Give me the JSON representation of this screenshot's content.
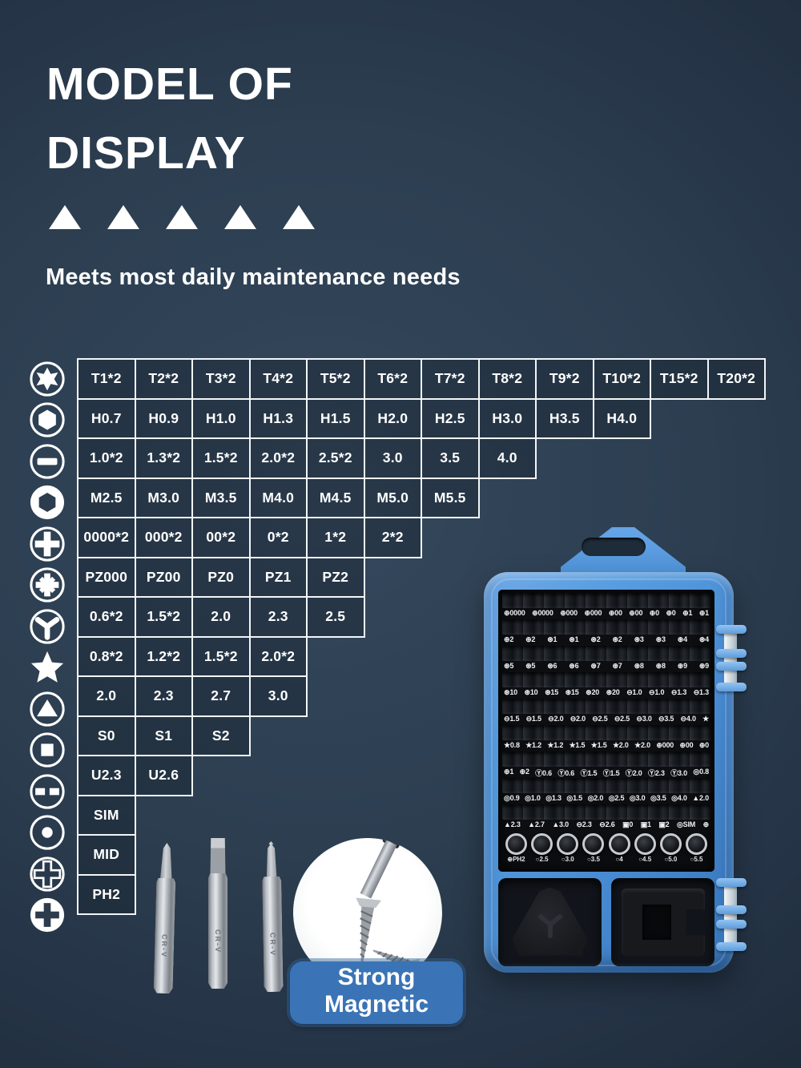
{
  "header": {
    "title_line1": "MODEL OF",
    "title_line2": "DISPLAY",
    "subtitle": "Meets most daily maintenance needs",
    "triangle_count": 5
  },
  "spec_table": {
    "rows": [
      {
        "icon": "torx-icon",
        "cells": [
          "T1*2",
          "T2*2",
          "T3*2",
          "T4*2",
          "T5*2",
          "T6*2",
          "T7*2",
          "T8*2",
          "T9*2",
          "T10*2",
          "T15*2",
          "T20*2"
        ]
      },
      {
        "icon": "hex-icon",
        "cells": [
          "H0.7",
          "H0.9",
          "H1.0",
          "H1.3",
          "H1.5",
          "H2.0",
          "H2.5",
          "H3.0",
          "H3.5",
          "H4.0"
        ]
      },
      {
        "icon": "slotted-icon",
        "cells": [
          "1.0*2",
          "1.3*2",
          "1.5*2",
          "2.0*2",
          "2.5*2",
          "3.0",
          "3.5",
          "4.0"
        ]
      },
      {
        "icon": "socket-hex-icon",
        "cells": [
          "M2.5",
          "M3.0",
          "M3.5",
          "M4.0",
          "M4.5",
          "M5.0",
          "M5.5"
        ]
      },
      {
        "icon": "phillips-icon",
        "cells": [
          "0000*2",
          "000*2",
          "00*2",
          "0*2",
          "1*2",
          "2*2"
        ]
      },
      {
        "icon": "pozidriv-icon",
        "cells": [
          "PZ000",
          "PZ00",
          "PZ0",
          "PZ1",
          "PZ2"
        ]
      },
      {
        "icon": "triwing-icon",
        "cells": [
          "0.6*2",
          "1.5*2",
          "2.0",
          "2.3",
          "2.5"
        ]
      },
      {
        "icon": "star-icon",
        "cells": [
          "0.8*2",
          "1.2*2",
          "1.5*2",
          "2.0*2"
        ]
      },
      {
        "icon": "triangle-icon",
        "cells": [
          "2.0",
          "2.3",
          "2.7",
          "3.0"
        ]
      },
      {
        "icon": "square-icon",
        "cells": [
          "S0",
          "S1",
          "S2"
        ]
      },
      {
        "icon": "u-type-icon",
        "cells": [
          "U2.3",
          "U2.6"
        ]
      },
      {
        "icon": "sim-pin-icon",
        "cells": [
          "SIM"
        ]
      },
      {
        "icon": "mid-icon",
        "cells": [
          "MID"
        ]
      },
      {
        "icon": "ph2-icon",
        "cells": [
          "PH2"
        ]
      }
    ]
  },
  "bits_photo": {
    "bits": [
      {
        "type": "phillips-bit",
        "engraving": "CR-V"
      },
      {
        "type": "slotted-bit",
        "engraving": "CR-V"
      },
      {
        "type": "torx-bit",
        "engraving": "CR-V"
      }
    ]
  },
  "magnet_badge": {
    "label": "Strong Magnetic",
    "bubble_color": "#3a74b6"
  },
  "case_photo": {
    "body_color": "#4a8dd4",
    "row_labels": [
      "⊕0000 ⊕0000 ⊕000 ⊕000 ⊕00 ⊕00 ⊕0 ⊕0 ⊕1 ⊕1",
      "⊕2 ⊕2 ⊛1 ⊛1 ⊛2 ⊛2 ⊛3 ⊛3 ⊛4 ⊛4",
      "⊛5 ⊛5 ⊛6 ⊛6 ⊛7 ⊛7 ⊛8 ⊛8 ⊛9 ⊛9",
      "⊛10 ⊛10 ⊛15 ⊛15 ⊛20 ⊛20 ⊖1.0 ⊖1.0 ⊖1.3 ⊖1.3",
      "⊖1.5 ⊖1.5 ⊖2.0 ⊖2.0 ⊖2.5 ⊖2.5 ⊖3.0 ⊖3.5 ⊖4.0 ★",
      "★0.8 ★1.2 ★1.2 ★1.5 ★1.5 ★2.0 ★2.0 ⊕000 ⊕00 ⊕0",
      "⊕1 ⊕2 Ⓨ0.6 Ⓨ0.6 Ⓨ1.5 Ⓨ1.5 Ⓨ2.0 Ⓨ2.3 Ⓨ3.0 ◎0.8",
      "◎0.9 ◎1.0 ◎1.3 ◎1.5 ◎2.0 ◎2.5 ◎3.0 ◎3.5 ◎4.0 ▲2.0",
      "▲2.3 ▲2.7 ▲3.0 ⊖2.3 ⊖2.6 ▣0 ▣1 ▣2 ◎SIM ⊕"
    ],
    "socket_labels": [
      "⊕PH2",
      "○2.5",
      "○3.0",
      "○3.5",
      "○4",
      "○4.5",
      "○5.0",
      "○5.5"
    ]
  }
}
